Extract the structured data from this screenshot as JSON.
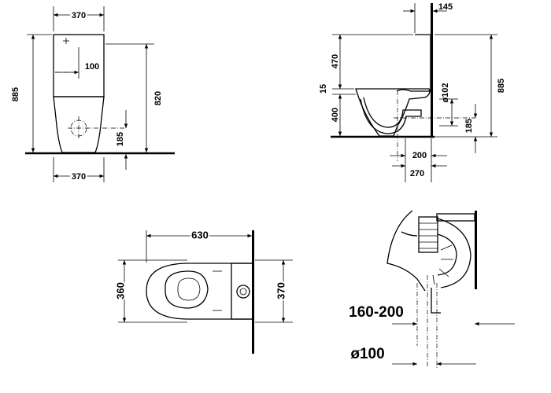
{
  "front_view": {
    "tank_width": "370",
    "base_width": "370",
    "total_height": "885",
    "tank_height": "820",
    "inlet_offset": "100",
    "outlet_height": "185"
  },
  "side_view": {
    "wall_gap": "145",
    "tank_height": "470",
    "gap": "15",
    "seat_height": "400",
    "outlet_diameter": "ø102",
    "outlet_height": "185",
    "total_height": "885",
    "outlet_distance": "200",
    "total_distance": "270"
  },
  "top_view": {
    "length": "630",
    "bowl_width": "360",
    "tank_width": "370"
  },
  "detail_view": {
    "range_label": "160-200",
    "pipe_diameter": "ø100"
  }
}
